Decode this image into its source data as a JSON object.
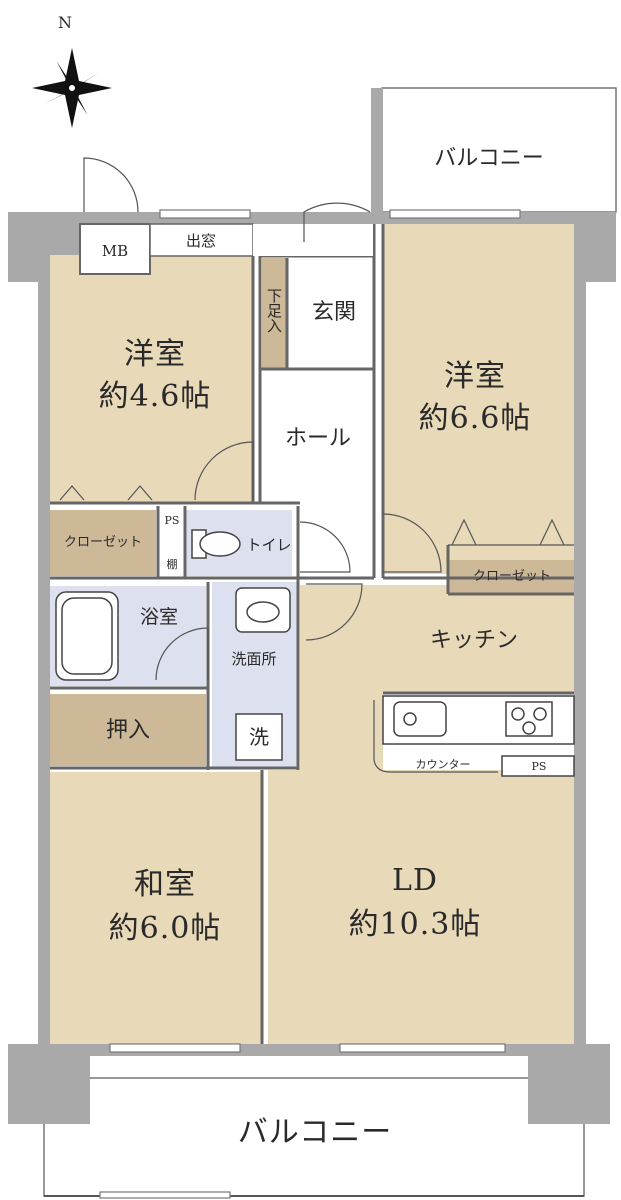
{
  "compass": {
    "north": "N"
  },
  "rooms": {
    "western_left": {
      "name": "洋室",
      "size": "約4.6帖"
    },
    "western_right": {
      "name": "洋室",
      "size": "約6.6帖"
    },
    "japanese": {
      "name": "和室",
      "size": "約6.0帖"
    },
    "ld": {
      "name": "LD",
      "size": "約10.3帖"
    },
    "entrance": "玄関",
    "shoe_storage": "下足入",
    "hall": "ホール",
    "kitchen": "キッチン",
    "bath": "浴室",
    "washroom": "洗面所",
    "toilet": "トイレ",
    "closet_left": "クローゼット",
    "closet_right": "クローゼット",
    "oshiire": "押入"
  },
  "labels": {
    "balcony_top": "バルコニー",
    "balcony_bottom": "バルコニー",
    "mb": "MB",
    "bay_window": "出窓",
    "ps_toilet": "PS",
    "shelf": "棚",
    "washer": "洗",
    "counter": "カウンター",
    "ps_kitchen": "PS"
  },
  "colors": {
    "floor_tan": "#e8d9b8",
    "closet_brown": "#cdb898",
    "wet_area": "#dde0ee",
    "wall_gray": "#a9a9a9",
    "line": "#555555"
  }
}
